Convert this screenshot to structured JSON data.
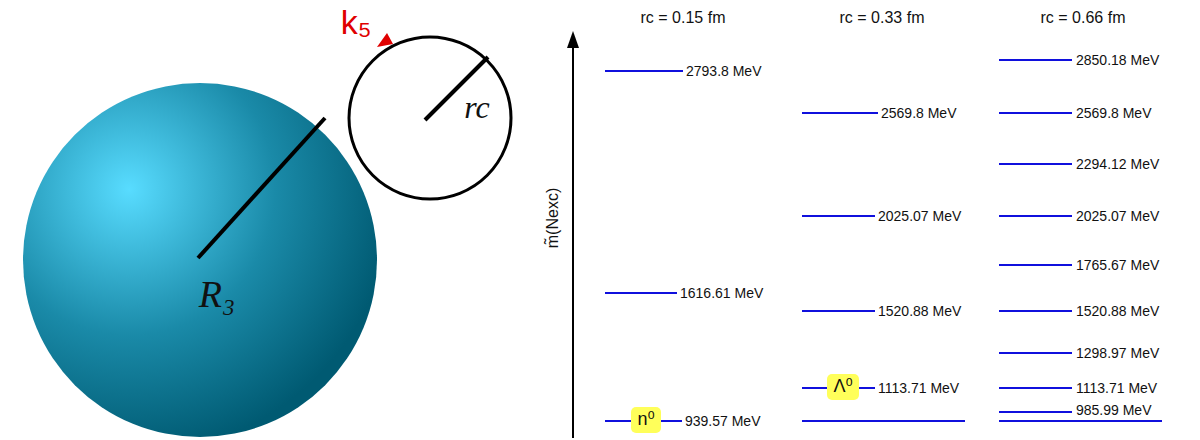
{
  "diagram": {
    "nodes": [
      {
        "text": [
          "R₃"
        ]
      },
      {
        "text": [
          "rc"
        ]
      },
      {
        "text": [
          "n⁰"
        ]
      },
      {
        "text": [
          "Λ⁰"
        ]
      }
    ],
    "labels": [
      "k₅",
      "rc = 0.15 fm",
      "rc = 0.33 fm",
      "rc = 0.66 fm",
      "m̃(Nexc)",
      "2793.8 MeV",
      "1616.61 MeV",
      "939.57 MeV",
      "2569.8 MeV",
      "2025.07 MeV",
      "1520.88 MeV",
      "1113.71 MeV",
      "2850.18 MeV",
      "2569.8 MeV",
      "2294.12 MeV",
      "2025.07 MeV",
      "1765.67 MeV",
      "1520.88 MeV",
      "1298.97 MeV",
      "1113.71 MeV",
      "985.99 MeV"
    ]
  }
}
